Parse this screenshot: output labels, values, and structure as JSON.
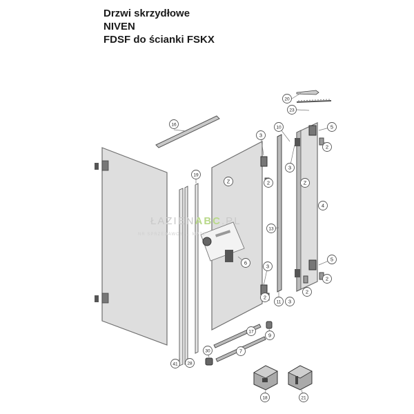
{
  "titles": {
    "line1": "Drzwi skrzydłowe",
    "line2": "NIVEN",
    "line3": "FDSF do ścianki FSKX"
  },
  "watermark": {
    "left": "ŁAZIEN",
    "brand": "ABC",
    "right": ".PL",
    "sub": "NR SPRZEDAWCY ... MATZ"
  },
  "colors": {
    "glass": "#dcdcdc",
    "glass_stroke": "#6e6e6e",
    "profile": "#9a9a9a",
    "callout_fill": "#ffffff",
    "callout_stroke": "#555555"
  },
  "callouts": [
    {
      "id": "c20",
      "label": "20"
    },
    {
      "id": "c23",
      "label": "23"
    },
    {
      "id": "c16",
      "label": "16"
    },
    {
      "id": "c3a",
      "label": "3"
    },
    {
      "id": "c10",
      "label": "10"
    },
    {
      "id": "c5a",
      "label": "5"
    },
    {
      "id": "c2a",
      "label": "2"
    },
    {
      "id": "c3b",
      "label": "3"
    },
    {
      "id": "c19",
      "label": "19"
    },
    {
      "id": "c2b",
      "label": "2"
    },
    {
      "id": "cZ1",
      "label": "Z"
    },
    {
      "id": "cZ2",
      "label": "Z"
    },
    {
      "id": "c4",
      "label": "4"
    },
    {
      "id": "c13",
      "label": "13"
    },
    {
      "id": "c6",
      "label": "6"
    },
    {
      "id": "c5b",
      "label": "5"
    },
    {
      "id": "c3c",
      "label": "3"
    },
    {
      "id": "c2c",
      "label": "2"
    },
    {
      "id": "c2d",
      "label": "2"
    },
    {
      "id": "c11",
      "label": "11"
    },
    {
      "id": "c3d",
      "label": "3"
    },
    {
      "id": "c2e",
      "label": "2"
    },
    {
      "id": "c17",
      "label": "17"
    },
    {
      "id": "c9",
      "label": "9"
    },
    {
      "id": "c7",
      "label": "7"
    },
    {
      "id": "c30",
      "label": "30"
    },
    {
      "id": "c41",
      "label": "41"
    },
    {
      "id": "c28",
      "label": "28"
    },
    {
      "id": "c18",
      "label": "18"
    },
    {
      "id": "c21",
      "label": "21"
    }
  ]
}
